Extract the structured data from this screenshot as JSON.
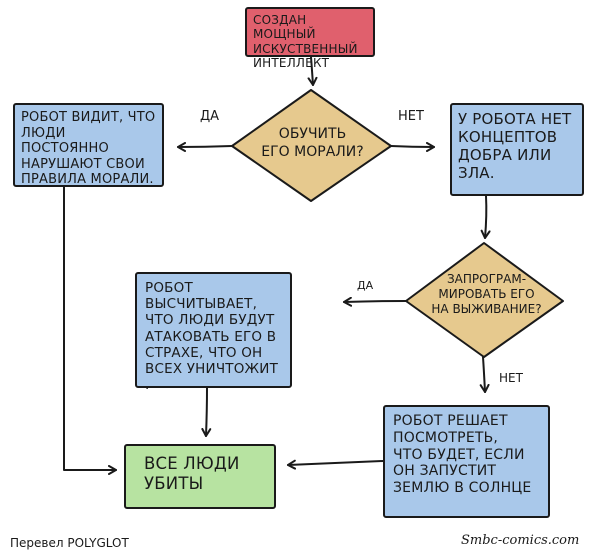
{
  "nodes": {
    "start": "Создан мощный\nискуственный\nинтеллект",
    "decision1": "Обучить\nего морали?",
    "yes_box1": "Робот видит, что\nлюди постоянно\nнарушают свои\nправила морали.",
    "no_box1": "У робота нет\nконцептов\nдобра или\nзла.",
    "decision2": "Запрограм-\nмировать его\nна выживание?",
    "yes_box2": "Робот высчитывает,\nчто люди будут\nатаковать его в\nстрахе, что он\nвсех уничтожит .",
    "no_box2": "Робот решает\nпосмотреть,\nчто будет, если\nон запустит\nЗемлю в Солнце",
    "end": "Все люди\nубиты"
  },
  "labels": {
    "yes1": "Да",
    "no1": "Нет",
    "yes2": "Да",
    "no2": "Нет"
  },
  "credit": "Перевел POLYGLOT",
  "watermark": "Smbc-comics.com",
  "colors": {
    "start": "#e0606d",
    "decision": "#e6c98e",
    "action": "#a9c8ea",
    "end": "#b7e3a1",
    "stroke": "#1a1a1a"
  }
}
